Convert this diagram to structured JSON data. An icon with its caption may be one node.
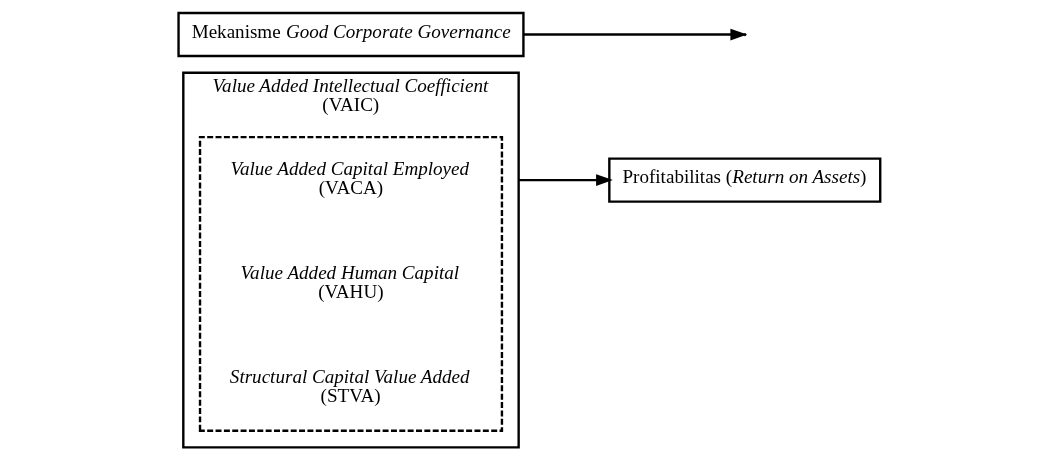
{
  "diagram": {
    "nodes": [
      {
        "text": [
          "*Value Added Intellectual Coefficient*",
          "(VAIC)"
        ]
      },
      {
        "text": [],
        "shape": "box",
        "in": 0
      },
      {
        "text": [
          "*Value Added Capital Employed*",
          "(VACA)"
        ],
        "in": 1
      },
      {
        "text": [
          "*Value Added Human Capital*",
          "(VAHU)"
        ],
        "in": 1
      },
      {
        "text": [
          "*Structural Capital Value Added*",
          "(STVA)"
        ],
        "in": 1
      },
      {
        "text": [
          "Mekanisme *Good Corporate Governance*"
        ]
      },
      {
        "text": [
          "Profitabilitas (*Return on Assets*)"
        ]
      }
    ],
    "edges": [
      {
        "from": 0,
        "to": 6,
        "arrow": "to"
      },
      {
        "from": 5,
        "to": null,
        "arrow": "to"
      }
    ]
  }
}
